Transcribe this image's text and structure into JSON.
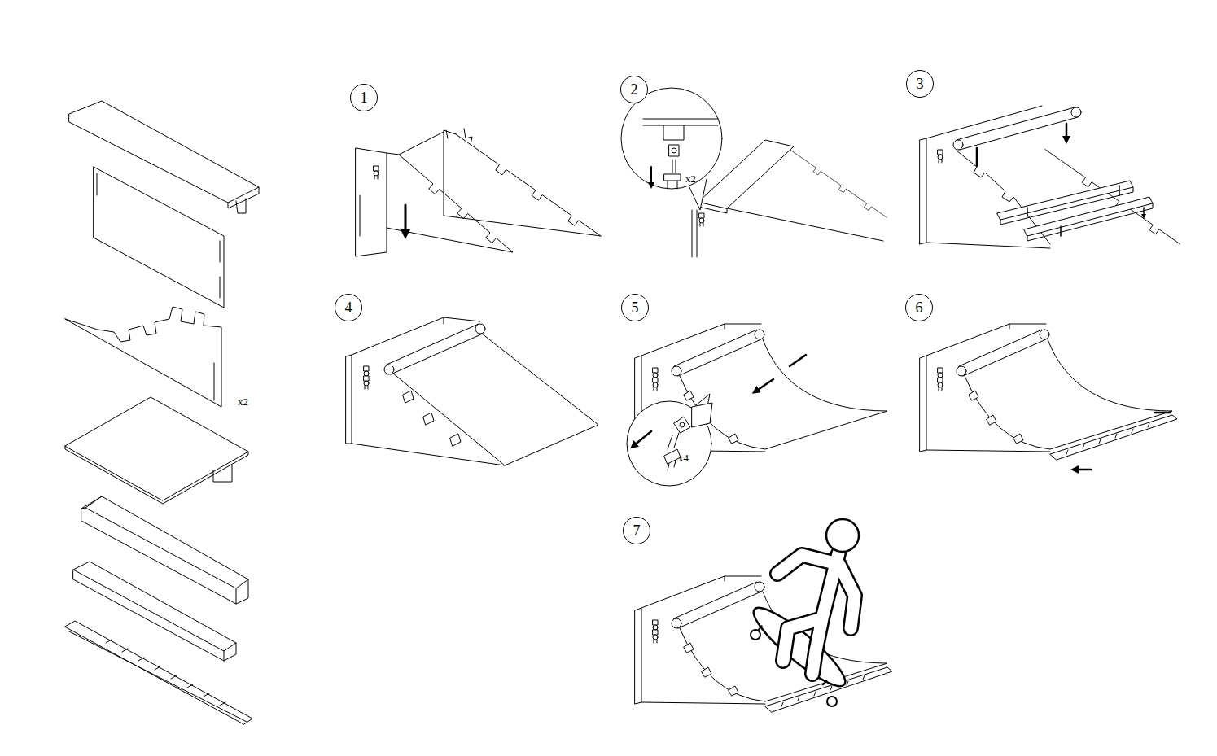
{
  "diagram": {
    "nodes": [
      {
        "text": [
          "1"
        ]
      },
      {
        "text": [
          "2"
        ]
      },
      {
        "text": [
          "3"
        ]
      },
      {
        "text": [
          "4"
        ]
      },
      {
        "text": [
          "5"
        ]
      },
      {
        "text": [
          "6"
        ]
      },
      {
        "text": [
          "7"
        ]
      }
    ],
    "labels": [
      "x2",
      "x2",
      "x4"
    ]
  }
}
